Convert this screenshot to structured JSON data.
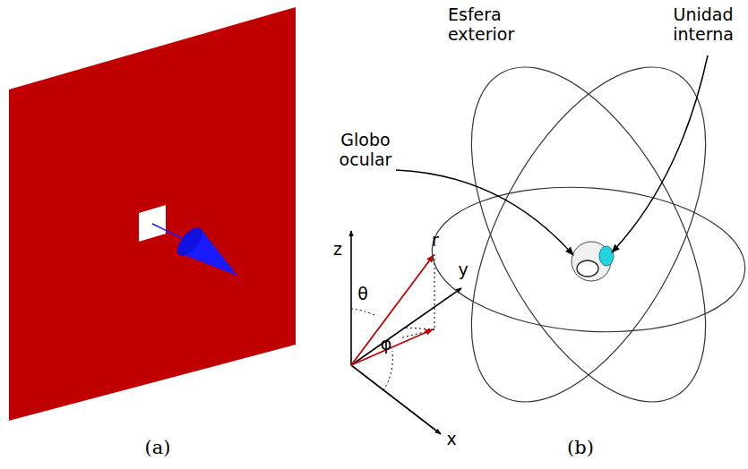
{
  "diagram": {
    "labels": [
      "(a)",
      "(b)",
      "z",
      "y",
      "x",
      "r",
      "θ",
      "φ",
      "Esfera exterior",
      "Globo ocular",
      "Unidad interna"
    ]
  }
}
